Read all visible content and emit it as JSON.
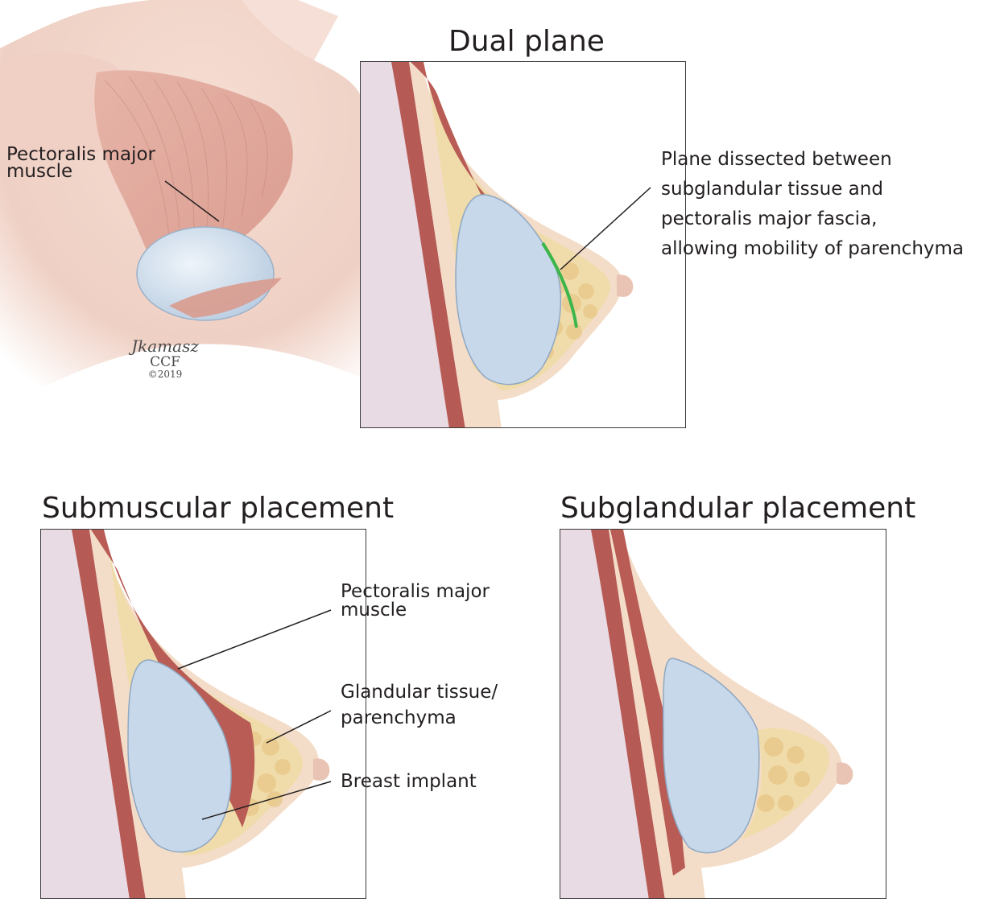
{
  "overview": {
    "label_muscle": [
      "Pectoralis major",
      "muscle"
    ],
    "credit": {
      "signature": "Jkamasz",
      "org": "CCF",
      "year": "©2019"
    }
  },
  "panels": {
    "dual_plane": {
      "title": "Dual plane",
      "callout": [
        "Plane dissected between",
        "subglandular tissue and",
        "pectoralis major fascia,",
        "allowing mobility of parenchyma"
      ],
      "plane_color": "#3cb54a"
    },
    "submuscular": {
      "title": "Submuscular placement",
      "labels": {
        "muscle": [
          "Pectoralis major",
          "muscle"
        ],
        "gland": [
          "Glandular tissue/",
          "parenchyma"
        ],
        "implant": "Breast implant"
      }
    },
    "subglandular": {
      "title": "Subglandular placement"
    }
  },
  "colors": {
    "muscle": "#b85c55",
    "skin": "#f3dcc8",
    "fat": "#f0dcaa",
    "implant": "#c6d8ea",
    "chest": "#e9dbe3"
  }
}
